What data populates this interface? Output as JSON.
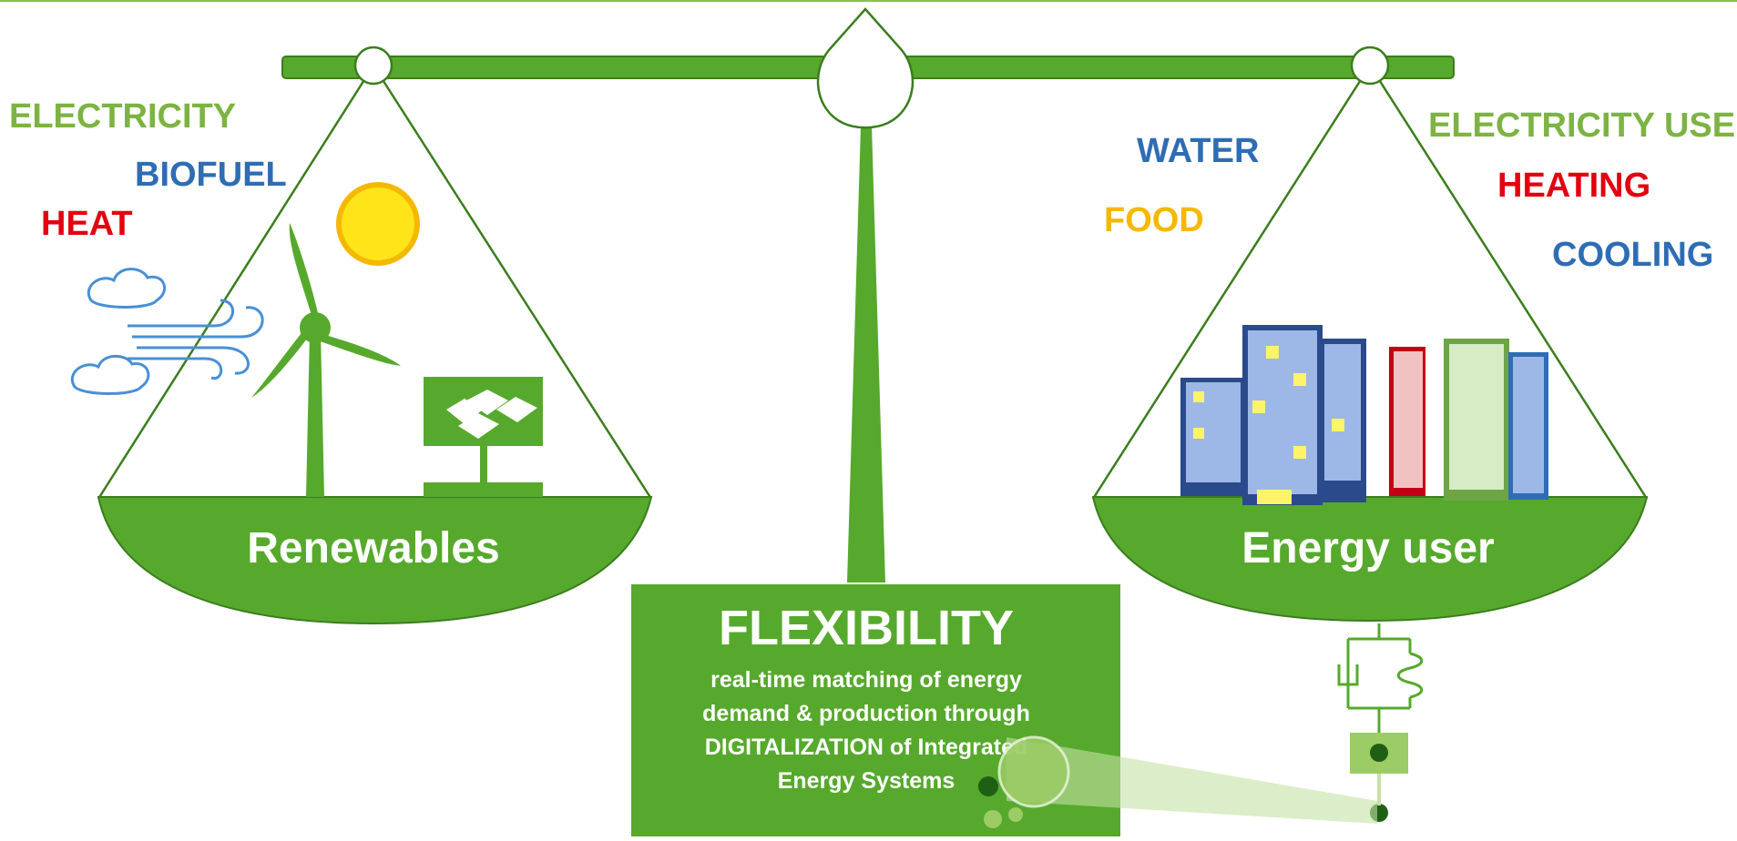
{
  "colors": {
    "brand_green": "#56a92c",
    "light_green": "#7cb342",
    "dark_green": "#3b7d1e",
    "blue": "#2e6db4",
    "red": "#e3000f",
    "yellow": "#f5b800",
    "white": "#ffffff"
  },
  "left_pan": {
    "title": "Renewables",
    "labels": {
      "electricity": "ELECTRICITY",
      "biofuel": "BIOFUEL",
      "heat": "HEAT"
    },
    "icons": [
      "sun-icon",
      "wind-turbine-icon",
      "wind-icon",
      "biomass-trees-icon"
    ]
  },
  "right_pan": {
    "title": "Energy user",
    "labels": {
      "water": "WATER",
      "food": "FOOD",
      "electricity_use": "ELECTRICITY USE",
      "heating": "HEATING",
      "cooling": "COOLING"
    },
    "icons": [
      "city-buildings-icon",
      "spring-damper-icon",
      "gear-icon"
    ]
  },
  "center": {
    "title": "FLEXIBILITY",
    "description_lines": [
      "real-time matching of energy",
      "demand & production through",
      "DIGITALIZATION of Integrated",
      "Energy Systems"
    ]
  }
}
